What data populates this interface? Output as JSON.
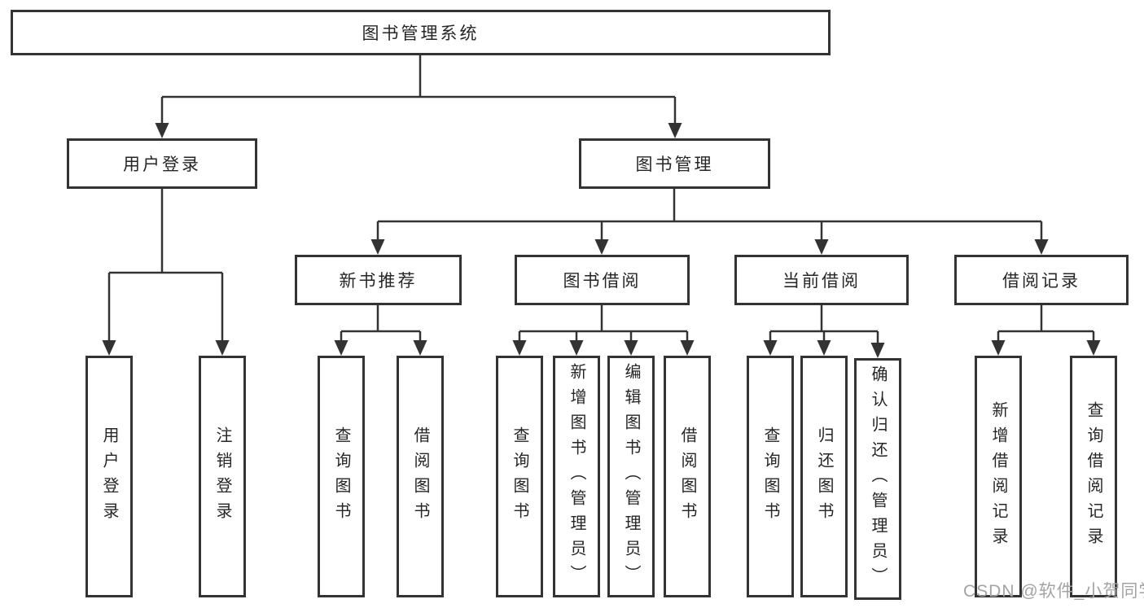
{
  "root": {
    "label": "图书管理系统"
  },
  "level2": [
    {
      "label": "用户登录"
    },
    {
      "label": "图书管理"
    }
  ],
  "level3": [
    {
      "label": "新书推荐"
    },
    {
      "label": "图书借阅"
    },
    {
      "label": "当前借阅"
    },
    {
      "label": "借阅记录"
    }
  ],
  "leaves": [
    {
      "label": "用户登录"
    },
    {
      "label": "注销登录"
    },
    {
      "label": "查询图书"
    },
    {
      "label": "借阅图书"
    },
    {
      "label": "查询图书"
    },
    {
      "label": "新增图书（管理员）"
    },
    {
      "label": "编辑图书（管理员）"
    },
    {
      "label": "借阅图书"
    },
    {
      "label": "查询图书"
    },
    {
      "label": "归还图书"
    },
    {
      "label": "确认归还（管理员）"
    },
    {
      "label": "新增借阅记录"
    },
    {
      "label": "查询借阅记录"
    }
  ],
  "watermark": "CSDN @软件_小贺同学",
  "colors": {
    "line": "#333333",
    "box_border": "#333333",
    "text": "#262626",
    "watermark": "#a3a3a3",
    "background": "#ffffff"
  }
}
